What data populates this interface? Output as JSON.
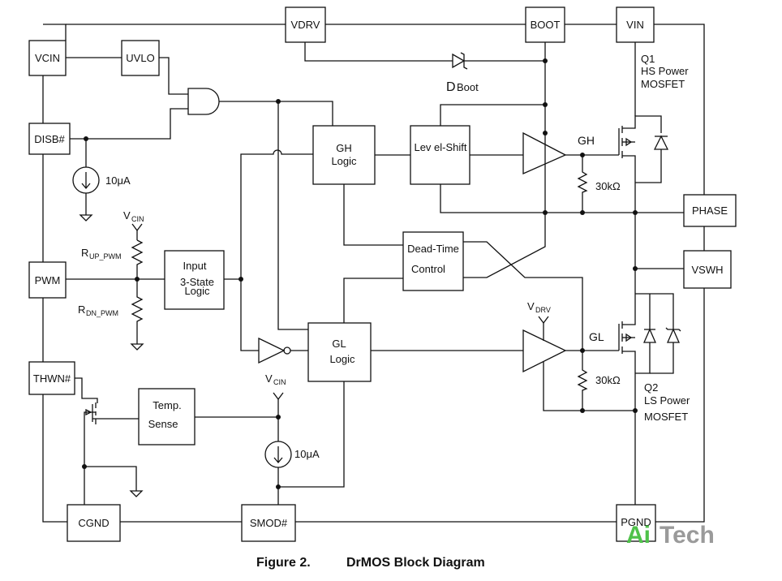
{
  "pins": {
    "vdrv": "VDRV",
    "boot": "BOOT",
    "vin": "VIN",
    "vcin": "VCIN",
    "disb": "DISB#",
    "pwm": "PWM",
    "thwn": "THWN#",
    "cgnd": "CGND",
    "smod": "SMOD#",
    "pgnd": "PGND",
    "phase": "PHASE",
    "vswh": "VSWH"
  },
  "blocks": {
    "uvlo": "UVLO",
    "gh_logic_1": "GH",
    "gh_logic_2": "Logic",
    "level_shift": "Lev el-Shift",
    "dead_time_1": "Dead-Time",
    "dead_time_2": "Control",
    "input_logic_1": "Input",
    "input_logic_2": "3-State",
    "input_logic_3": "Logic",
    "gl_logic_1": "GL",
    "gl_logic_2": "Logic",
    "temp_sense_1": "Temp.",
    "temp_sense_2": "Sense"
  },
  "labels": {
    "dboot_main": "D",
    "dboot_sub": "Boot",
    "q1_line1": "Q1",
    "q1_line2": "HS Power",
    "q1_line3": "MOSFET",
    "q2_line1": "Q2",
    "q2_line2": "LS Power",
    "q2_line3": "MOSFET",
    "gh": "GH",
    "gl": "GL",
    "r_gh": "30kΩ",
    "r_gl": "30kΩ",
    "isrc_disb": "10μA",
    "isrc_smod": "10μA",
    "vcin_pwm_main": "V",
    "vcin_pwm_sub": "CIN",
    "vcin_smod_main": "V",
    "vcin_smod_sub": "CIN",
    "vdrv_main": "V",
    "vdrv_sub": "DRV",
    "rup_main": "R",
    "rup_sub": "UP_PWM",
    "rdn_main": "R",
    "rdn_sub": "DN_PWM"
  },
  "caption": {
    "figure": "Figure 2.",
    "title": "DrMOS Block Diagram"
  },
  "watermark": {
    "part1": "Ai",
    "part2": "Tech"
  }
}
